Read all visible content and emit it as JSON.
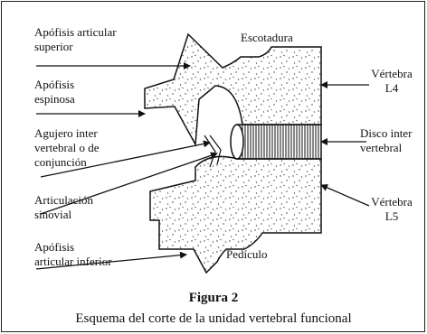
{
  "labels": {
    "apofisis_articular_superior": "Apófisis articular superior",
    "escotadura": "Escotadura",
    "apofisis_espinosa": "Apófisis espinosa",
    "vertebra_l4": "Vértebra L4",
    "agujero_intervertebral": "Agujero intervertebral o de conjunción",
    "disco_intervertebral": "Disco intervertebral",
    "articulacion_sinovial": "Articulación sinovial",
    "vertebra_l5": "Vértebra L5",
    "apofisis_articular_inferior": "Apófisis articular inferior",
    "pediculo": "Pedículo"
  },
  "label_lines": {
    "apofisis_articular_superior": [
      "Apófisis articular",
      "superior"
    ],
    "apofisis_espinosa": [
      "Apófisis",
      "espinosa"
    ],
    "vertebra_l4": [
      "Vértebra",
      "L4"
    ],
    "agujero_intervertebral": [
      "Agujero inter",
      "vertebral o de",
      "conjunción"
    ],
    "disco_intervertebral": [
      "Disco inter",
      "vertebral"
    ],
    "articulacion_sinovial": [
      "Articulación",
      "sinovial"
    ],
    "vertebra_l5": [
      "Vértebra",
      "L5"
    ],
    "apofisis_articular_inferior": [
      "Apófisis",
      "articular inferior"
    ]
  },
  "caption": {
    "figure": "Figura 2",
    "text": "Esquema del corte de la unidad vertebral funcional"
  }
}
